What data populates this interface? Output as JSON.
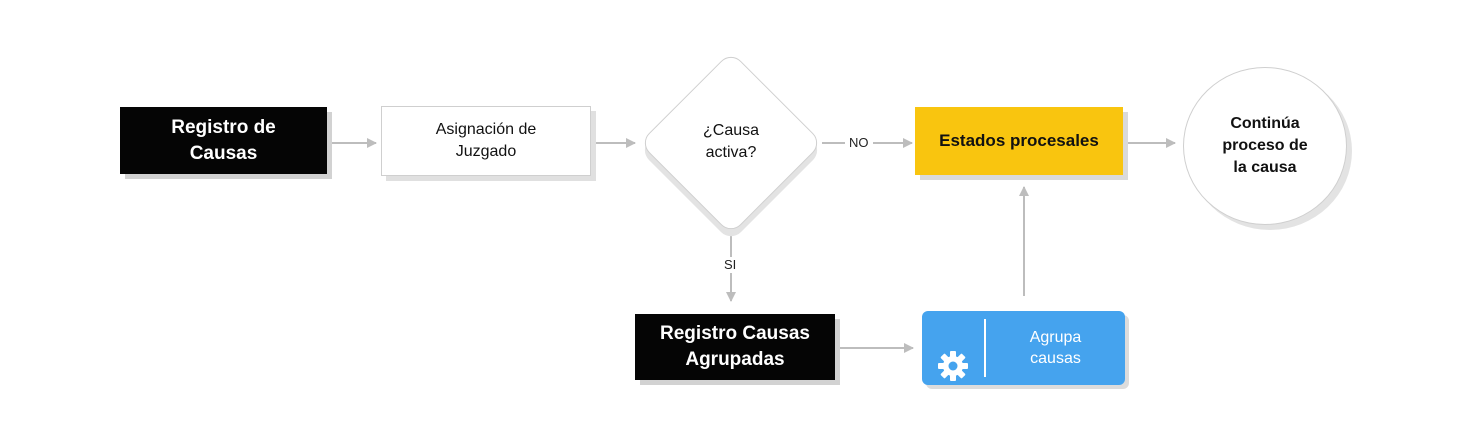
{
  "nodes": {
    "registro_causas": "Registro de\nCausas",
    "asignacion_juzgado": "Asignación de\nJuzgado",
    "causa_activa": "¿Causa\nactiva?",
    "estados_procesales": "Estados procesales",
    "continua_proceso": "Continúa\nproceso de\nla causa",
    "registro_agrupadas": "Registro Causas\nAgrupadas",
    "agrupa_causas": "Agrupa\ncausas"
  },
  "edges": {
    "no_label": "NO",
    "si_label": "SI"
  },
  "colors": {
    "black": "#050505",
    "yellow": "#f9c50f",
    "blue": "#45a3ee",
    "connector": "#bdbdbd"
  },
  "icons": {
    "agrupa": "gear-icon"
  }
}
